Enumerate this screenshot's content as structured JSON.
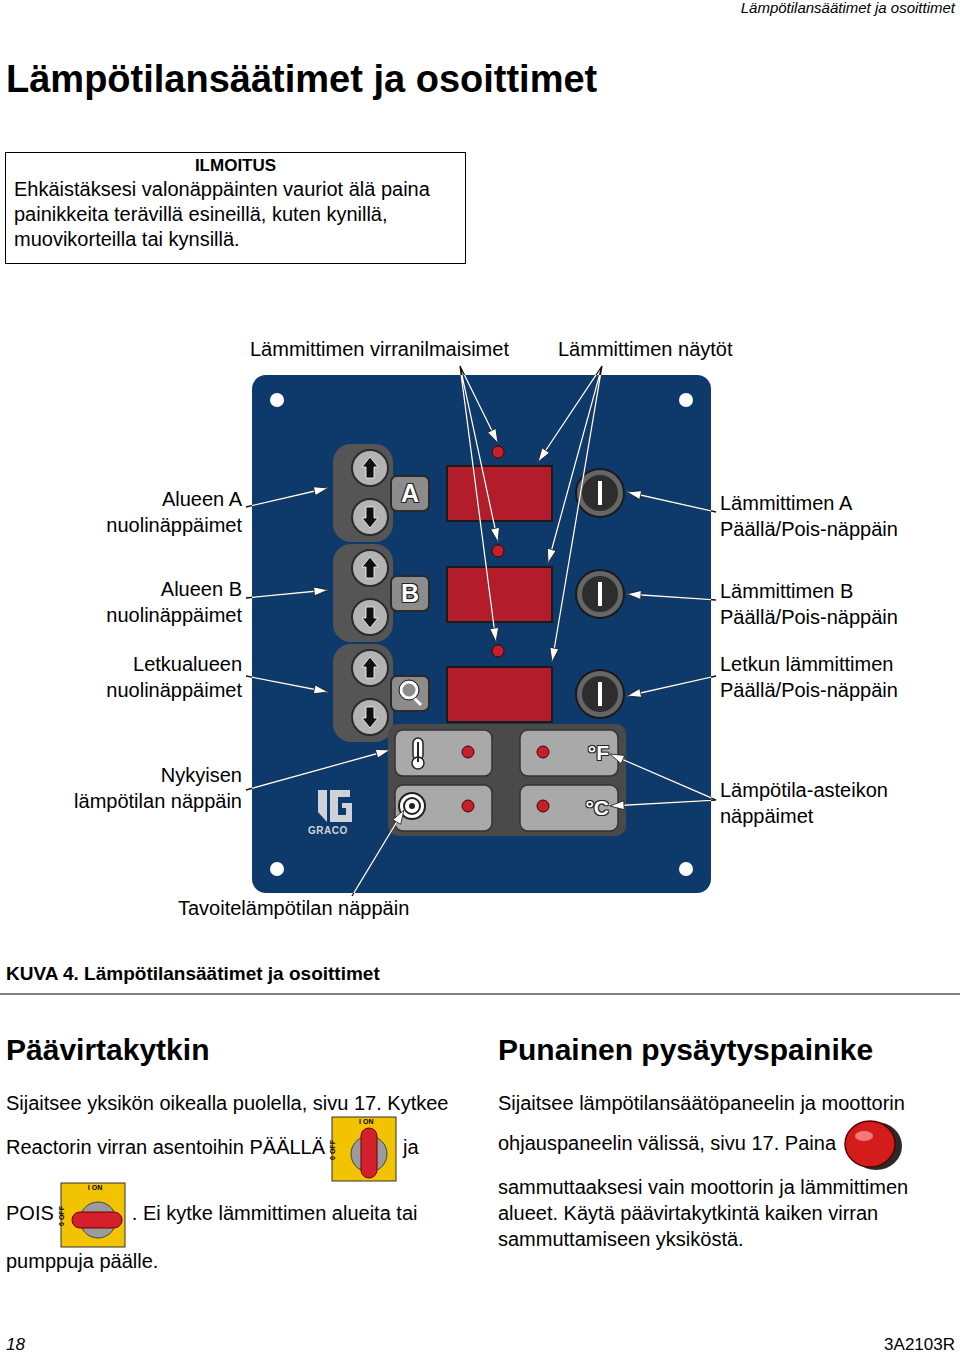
{
  "diagram": {
    "title": "Lämpötilansäätimet ja osoittimet",
    "caption": "KUVA 4. Lämpötilansäätimet ja osoittimet",
    "nodes": [
      {
        "text": [
          "ILMOITUS",
          "Ehkäistäksesi valonäppäinten vauriot älä paina painikkeita terävillä esineillä, kuten kynillä, muovikorteilla tai kynsillä."
        ]
      },
      {
        "text": [
          "GRACO"
        ]
      },
      {
        "text": [
          "A"
        ],
        "in": 1
      },
      {
        "text": [
          "B"
        ],
        "in": 1
      },
      {
        "text": [
          "°F"
        ],
        "in": 1
      },
      {
        "text": [
          "°C"
        ],
        "in": 1
      }
    ],
    "labels": [
      "Lämpötilansäätimet ja osoittimet",
      "Lämmittimen virranilmaisimet",
      "Lämmittimen näytöt",
      "Alueen A nuolinäppäimet",
      "Alueen B nuolinäppäimet",
      "Letkualueen nuolinäppäimet",
      "Nykyisen lämpötilan näppäin",
      "Lämmittimen A Päällä/Pois-näppäin",
      "Lämmittimen B Päällä/Pois-näppäin",
      "Letkun lämmittimen Päällä/Pois-näppäin",
      "Lämpötila-asteikon näppäimet",
      "Tavoitelämpötilan näppäin",
      "Päävirtakytkin",
      "Sijaitsee yksikön oikealla puolella, sivu 17. Kytkee Reactorin virran asentoihin PÄÄLLÄ",
      "I ON",
      "0 OFF",
      "ja POIS",
      "I ON",
      "0 OFF",
      ". Ei kytke lämmittimen alueita tai pumppuja päälle.",
      "Punainen pysäytyspainike",
      "Sijaitsee lämpötilansäätöpaneelin ja moottorin ohjauspaneelin välissä, sivu 17. Paina",
      "sammuttaaksesi vain moottorin ja lämmittimen alueet. Käytä päävirtakytkintä kaiken virran sammuttamiseen yksiköstä.",
      "18",
      "3A2103R"
    ]
  }
}
